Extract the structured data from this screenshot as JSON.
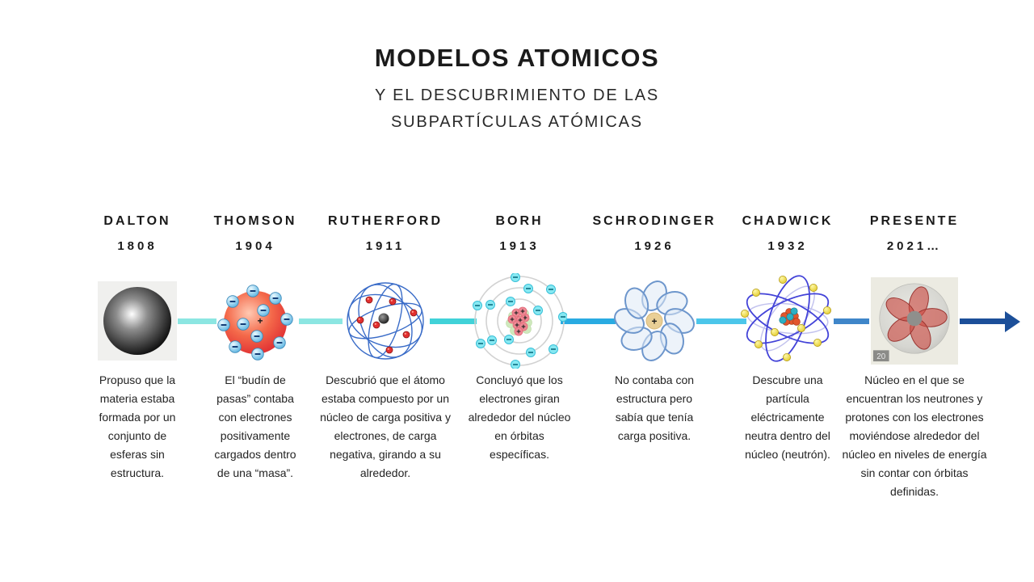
{
  "header": {
    "title": "MODELOS ATOMICOS",
    "subtitle_line1": "Y EL DESCUBRIMIENTO DE LAS",
    "subtitle_line2": "SUBPARTÍCULAS ATÓMICAS"
  },
  "timeline": {
    "items": [
      {
        "name": "DALTON",
        "year": "1808",
        "description": "Propuso que la materia estaba formada por un conjunto de esferas sin estructura.",
        "model_icon": "dalton-solid-sphere-icon",
        "segment_color": "#8ce6e2"
      },
      {
        "name": "THOMSON",
        "year": "1904",
        "description": "El “budín de pasas” contaba con electrones positivamente cargados dentro de una “masa”.",
        "model_icon": "thomson-plum-pudding-icon",
        "segment_color": "#8ce6e2"
      },
      {
        "name": "RUTHERFORD",
        "year": "1911",
        "description": "Descubrió que el átomo estaba compuesto por un núcleo de carga positiva y electrones, de carga negativa, girando a su alrededor.",
        "model_icon": "rutherford-nuclear-model-icon",
        "segment_color": "#41d2d8"
      },
      {
        "name": "BORH",
        "year": "1913",
        "description": "Concluyó que los electrones giran alrededor del núcleo en órbitas específicas.",
        "model_icon": "bohr-orbits-model-icon",
        "segment_color": "#29abe2"
      },
      {
        "name": "SCHRODINGER",
        "year": "1926",
        "description": "No contaba con estructura pero sabía que tenía carga positiva.",
        "model_icon": "schrodinger-cloud-model-icon",
        "segment_color": "#4cc6ea"
      },
      {
        "name": "CHADWICK",
        "year": "1932",
        "description": "Descubre una partícula eléctricamente neutra dentro del núcleo (neutrón).",
        "model_icon": "chadwick-neutron-model-icon",
        "segment_color": "#3f86c9"
      },
      {
        "name": "PRESENTE",
        "year": "2021…",
        "description": "Núcleo en el que se encuentran los neutrones y protones con los electrones moviéndose alrededor del núcleo en niveles de energía sin contar con órbitas definidas.",
        "model_icon": "quantum-orbital-model-icon",
        "watermark": "20"
      }
    ],
    "arrow_color": "#1c4f99"
  }
}
